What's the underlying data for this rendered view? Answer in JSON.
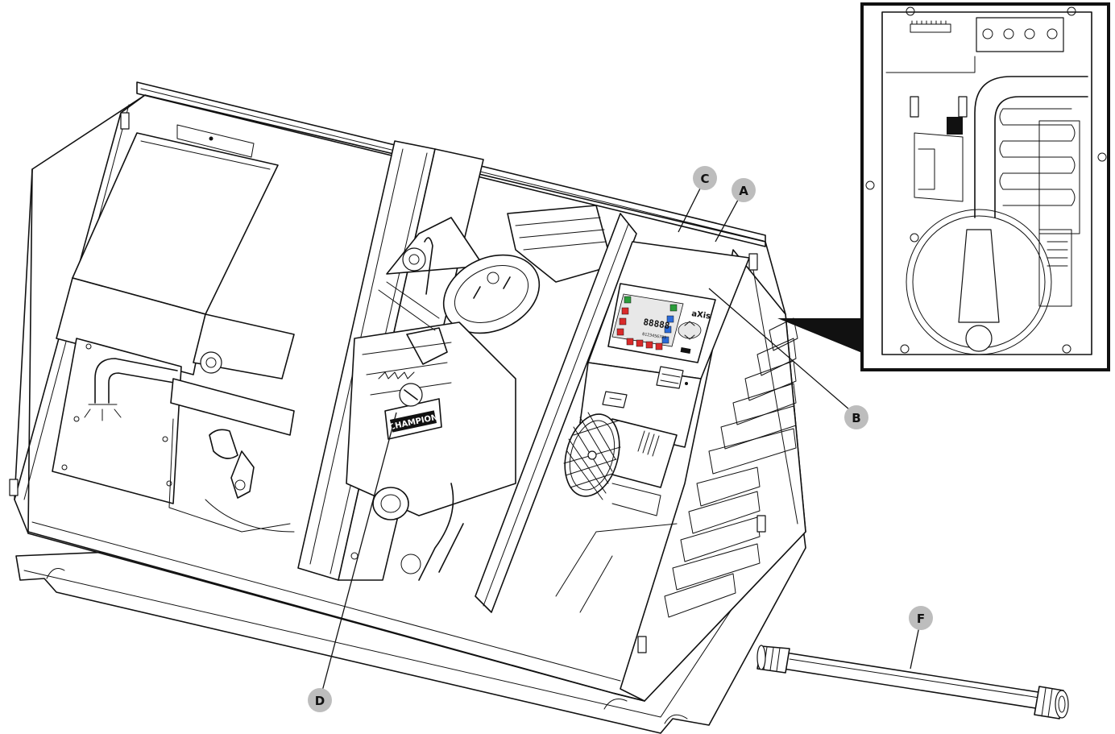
{
  "callouts": {
    "a": "A",
    "b": "B",
    "c": "C",
    "d": "D",
    "f": "F"
  },
  "controller": {
    "brand": "aXis",
    "digits": "88888",
    "scale": "0123456789"
  },
  "colors": {
    "callout_fill": "#bdbdbd",
    "line": "#111111",
    "display_red": "#d92b2b",
    "display_blue": "#2b6bd9",
    "display_green": "#2b9d3b"
  }
}
